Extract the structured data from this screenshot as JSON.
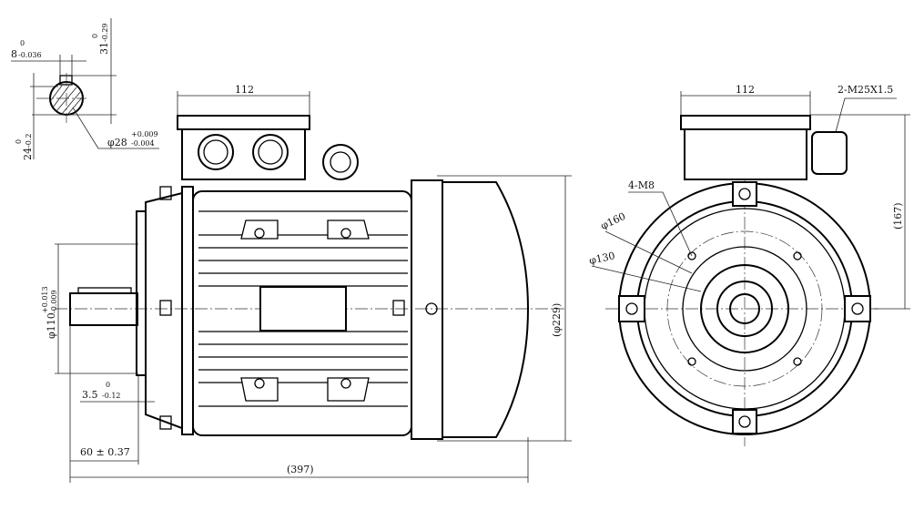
{
  "drawing": {
    "key_section": {
      "key_width": {
        "nominal": "8",
        "upper": "0",
        "lower": "-0.036"
      },
      "key_height": {
        "nominal": "31",
        "upper": "0",
        "lower": "-0.29"
      },
      "shaft_flat": {
        "nominal": "24",
        "upper": "0",
        "lower": "-0.2"
      },
      "shaft_diameter": {
        "nominal": "φ28",
        "upper": "+0.009",
        "lower": "-0.004"
      }
    },
    "side_view": {
      "terminal_box_width": "112",
      "spigot_diameter": {
        "nominal": "φ110",
        "upper": "+0.013",
        "lower": "-0.009"
      },
      "flange_thickness": {
        "nominal": "3.5",
        "upper": "0",
        "lower": "-0.12"
      },
      "shaft_length": "60 ± 0.37",
      "overall_length": "(397)",
      "overall_diameter": "(φ229)"
    },
    "front_view": {
      "terminal_box_width": "112",
      "cable_gland": "2-M25X1.5",
      "bolt_holes": "4-M8",
      "flange_pcd": "φ160",
      "spigot": "φ130",
      "center_height": "(167)"
    }
  }
}
